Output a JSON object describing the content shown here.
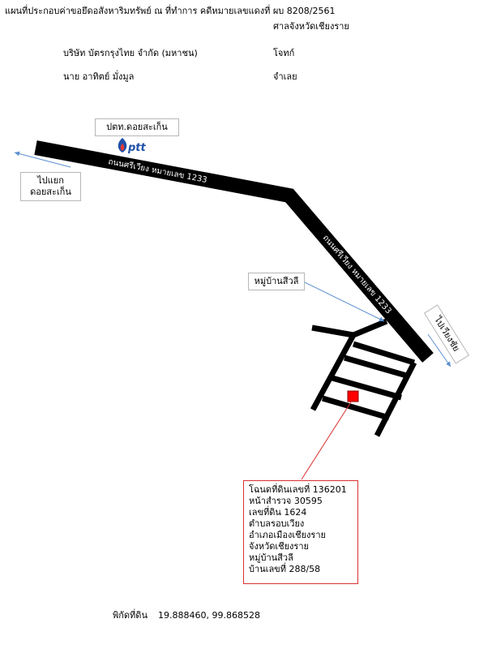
{
  "header": {
    "title": "แผนที่ประกอบค่าขอยึดอสังหาริมทรัพย์ ณ ที่ทำการ คดีหมายเลขแดงที่ ผบ 8208/2561",
    "court": "ศาลจังหวัดเชียงราย"
  },
  "parties": [
    {
      "name": "บริษัท บัตรกรุงไทย จำกัด (มหาชน)",
      "role": "โจทก์"
    },
    {
      "name": "นาย อาทิตย์ มั่งมูล",
      "role": "จำเลย"
    }
  ],
  "map": {
    "landmark_label": "ปตท.ดอยสะเก็น",
    "ptt_logo_text": "ptt",
    "road_label_1": "ถนนศรีเวียง หมายเลข 1233",
    "road_label_2": "ถนนศรีเวียง หมายเลข 1233",
    "left_direction": [
      "ไปแยก",
      "ดอยสะเก็น"
    ],
    "right_direction": "ไปเวียงชัย",
    "village_label": "หมู่บ้านสีวลี",
    "colors": {
      "road": "#000000",
      "arrow": "#5b8fd1",
      "marker": "#ff0000",
      "info_border": "#d93030"
    }
  },
  "property_info": [
    "โฉนดที่ดินเลขที่ 136201",
    "หน้าสำรวจ 30595",
    "เลขที่ดิน 1624",
    "ตำบลรอบเวียง",
    "อำเภอเมืองเชียงราย",
    "จังหวัดเชียงราย",
    "หมู่บ้านสีวลี",
    "บ้านเลขที่ 288/58"
  ],
  "coordinates": {
    "label": "พิกัดที่ดิน",
    "value": "19.888460, 99.868528"
  }
}
